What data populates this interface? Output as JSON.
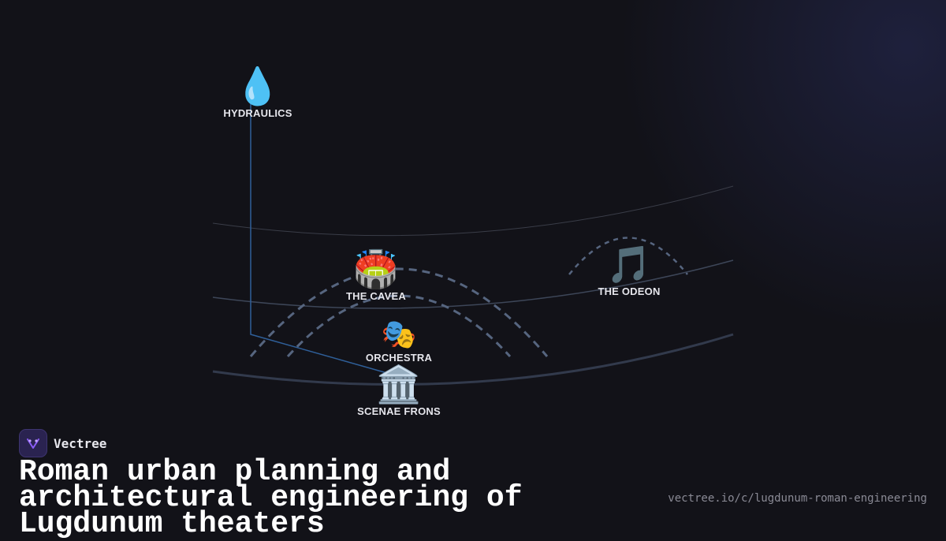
{
  "diagram": {
    "nodes": {
      "hydraulics": {
        "icon": "💧",
        "icon_name": "water-drop-icon",
        "label": "HYDRAULICS"
      },
      "cavea": {
        "icon": "🏟️",
        "icon_name": "stadium-icon",
        "label": "THE CAVEA"
      },
      "orchestra": {
        "icon": "🎭",
        "icon_name": "theater-masks-icon",
        "label": "ORCHESTRA"
      },
      "scenae_frons": {
        "icon": "🏛️",
        "icon_name": "classical-building-icon",
        "label": "SCENAE FRONS"
      },
      "odeon": {
        "icon": "🎵",
        "icon_name": "musical-note-icon",
        "label": "THE ODEON"
      }
    }
  },
  "brand": {
    "name": "Vectree",
    "icon_name": "vectree-logo-icon"
  },
  "title": "Roman urban planning and architectural engineering of Lugdunum theaters",
  "url": "vectree.io/c/lugdunum-roman-engineering",
  "colors": {
    "background": "#121218",
    "connector": "#2f5f99",
    "arc": "#56657f",
    "accent": "#8a5cf6"
  }
}
